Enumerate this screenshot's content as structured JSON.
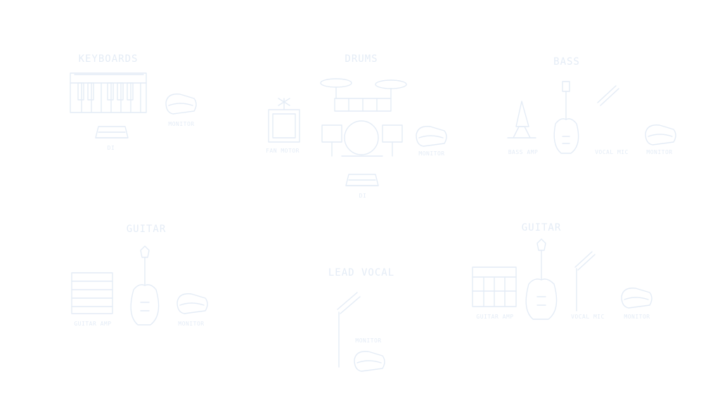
{
  "colors": {
    "line": "#e4ecf6",
    "text": "#e4ecf6",
    "background": "#ffffff"
  },
  "stations": {
    "keyboards": {
      "title": "Keyboards",
      "items": [
        "DI",
        "Monitor"
      ]
    },
    "drums": {
      "title": "Drums",
      "items": [
        "Fan Motor",
        "DI",
        "Monitor"
      ]
    },
    "bass": {
      "title": "Bass",
      "items": [
        "Bass Amp",
        "Vocal Mic",
        "Monitor"
      ]
    },
    "guitar": {
      "title": "Guitar",
      "items": [
        "Guitar Amp",
        "Monitor"
      ]
    },
    "lead_vocal": {
      "title": "Lead Vocal",
      "items": [
        "Monitor"
      ]
    },
    "guitar2": {
      "title": "Guitar",
      "items": [
        "Guitar Amp",
        "Vocal Mic",
        "Monitor"
      ]
    }
  }
}
